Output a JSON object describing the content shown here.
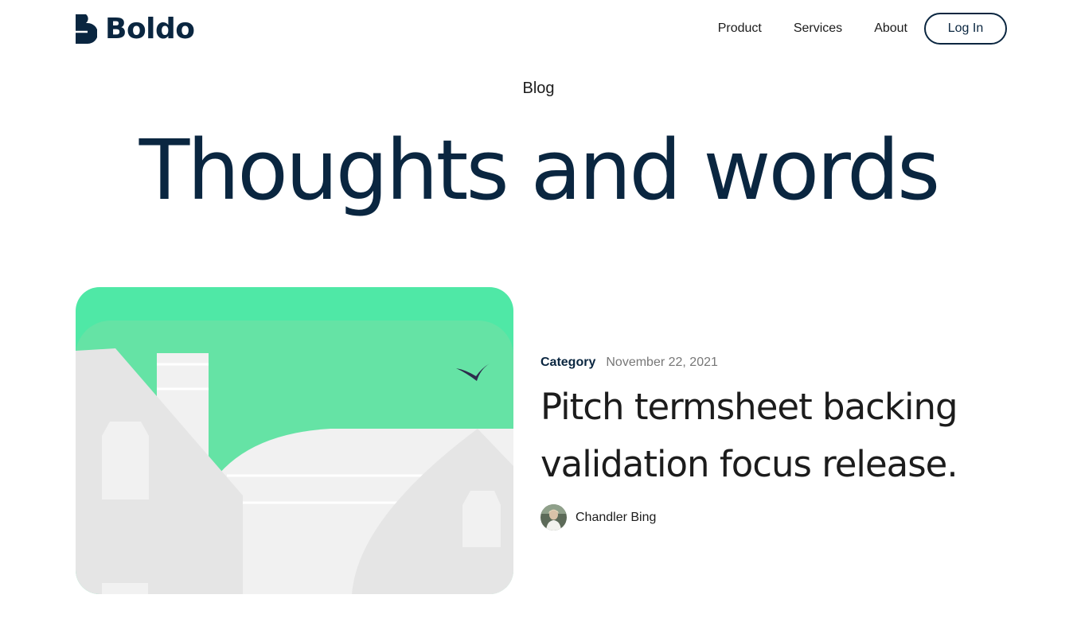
{
  "header": {
    "brand": "Boldo",
    "nav": [
      "Product",
      "Services",
      "About"
    ],
    "login_label": "Log In"
  },
  "hero": {
    "eyebrow": "Blog",
    "title": "Thoughts and words"
  },
  "post": {
    "category": "Category",
    "date": "November 22, 2021",
    "title_line1": "Pitch termsheet backing",
    "title_line2": "validation focus release.",
    "author": "Chandler Bing"
  },
  "colors": {
    "primary": "#0A2640",
    "accent_green": "#4FE8A6",
    "text": "#1C1C1C",
    "muted": "#777777"
  }
}
